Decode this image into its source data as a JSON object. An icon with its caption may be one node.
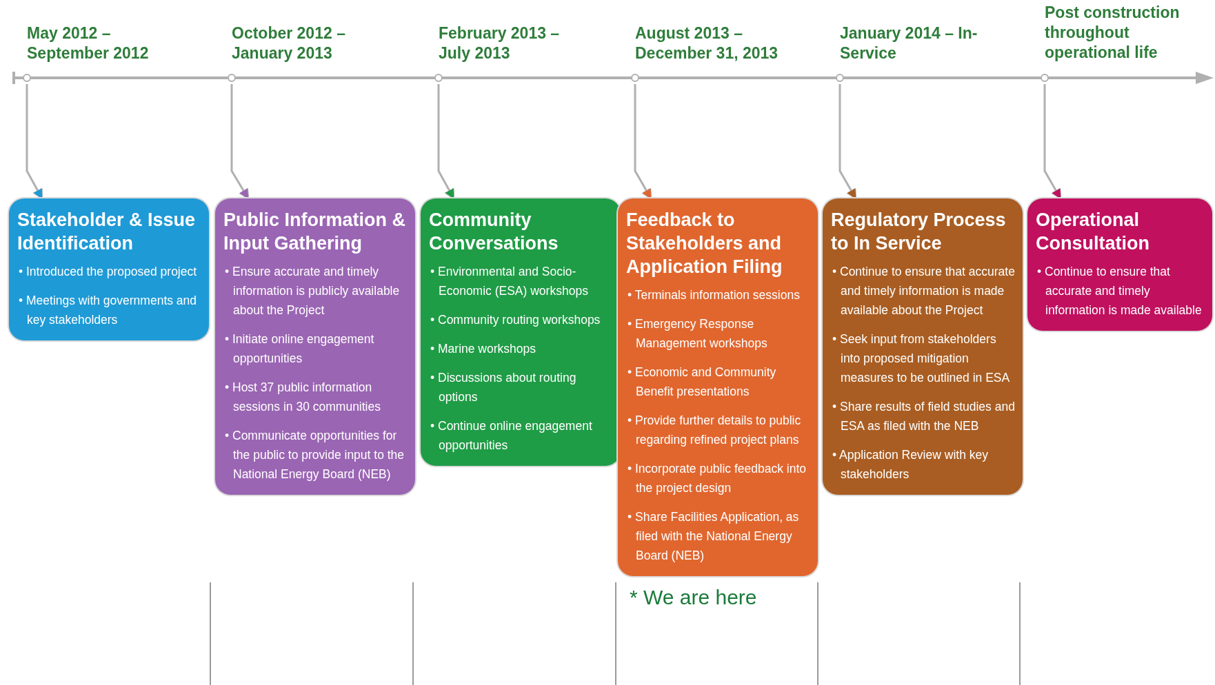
{
  "diagram": {
    "nodes": [
      {
        "text": [],
        "shape": "bar"
      },
      {
        "text": [
          "Stakeholder & Issue Identification",
          "• Introduced the proposed project",
          "• Meetings with governments and key stakeholders"
        ]
      },
      {
        "text": [
          "Public Information & Input Gathering",
          "• Ensure accurate and timely information is publicly available about the Project",
          "• Initiate online engagement opportunities",
          "• Host 37 public information sessions in 30 communities",
          "• Communicate opportunities for the public to provide input to the National Energy Board (NEB)"
        ]
      },
      {
        "text": [
          "Community Conversations",
          "• Environmental and Socio-Economic (ESA) workshops",
          "• Community routing workshops",
          "• Marine workshops",
          "• Discussions about routing options",
          "• Continue online engagement opportunities"
        ]
      },
      {
        "text": [
          "Feedback to Stakeholders and Application Filing",
          "• Terminals information sessions",
          "• Emergency Response Management workshops",
          "• Economic and Community Benefit presentations",
          "• Provide further details to public regarding refined project plans",
          "• Incorporate public feedback into the project design",
          "• Share Facilities Application, as filed with the National Energy Board (NEB)"
        ],
        "beside": [
          "* We are here"
        ]
      },
      {
        "text": [
          "Regulatory Process to In Service",
          "• Continue to ensure that accurate and timely information is made available about the Project",
          "• Seek input from stakeholders into proposed mitigation measures to be outlined in ESA",
          "• Share results of field studies and ESA as filed with the NEB",
          "• Application Review with key stakeholders"
        ]
      },
      {
        "text": [
          "Operational Consultation",
          "• Continue to ensure that accurate and timely information is made available"
        ]
      }
    ],
    "edges": [
      {
        "from": 0,
        "to": 1,
        "arrow": "to"
      },
      {
        "from": 0,
        "to": 2,
        "arrow": "to"
      },
      {
        "from": 0,
        "to": 3,
        "arrow": "to"
      },
      {
        "from": 0,
        "to": 4,
        "arrow": "to"
      },
      {
        "from": 0,
        "to": 5,
        "arrow": "to"
      },
      {
        "from": 0,
        "to": 6,
        "arrow": "to"
      }
    ],
    "labels": [
      "May 2012 – September 2012",
      "October 2012 – January 2013",
      "February 2013 – July 2013",
      "August 2013 – December 31, 2013",
      "January 2014 – In-Service",
      "Post construction throughout operational life"
    ]
  }
}
